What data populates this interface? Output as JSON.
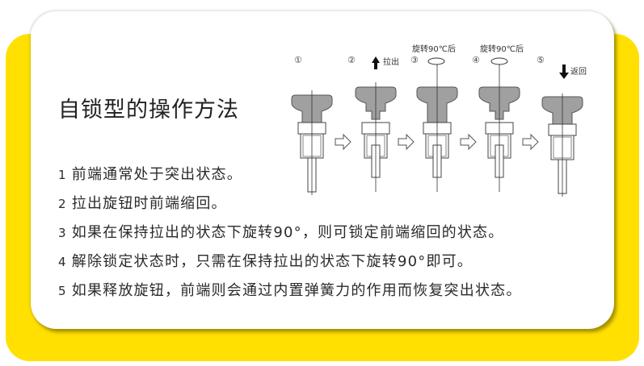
{
  "title": "自锁型的操作方法",
  "steps": [
    {
      "num": "1",
      "text": "前端通常处于突出状态。"
    },
    {
      "num": "2",
      "text": "拉出旋钮时前端缩回。"
    },
    {
      "num": "3",
      "text": "如果在保持拉出的状态下旋转90°，则可锁定前端缩回的状态。"
    },
    {
      "num": "4",
      "text": "解除锁定状态时，只需在保持拉出的状态下旋转90°即可。"
    },
    {
      "num": "5",
      "text": "如果释放旋钮，前端则会通过内置弹簧力的作用而恢复突出状态。"
    }
  ],
  "diagram": {
    "stages": [
      {
        "marker": "①",
        "label": ""
      },
      {
        "marker": "②",
        "label": "拉出"
      },
      {
        "marker": "③",
        "label": "旋转90℃后"
      },
      {
        "marker": "④",
        "label": "旋转90℃后"
      },
      {
        "marker": "⑤",
        "label": "返回"
      }
    ]
  },
  "colors": {
    "accent_yellow": "#ffe000",
    "knob_gray": "#a0a0a0"
  }
}
